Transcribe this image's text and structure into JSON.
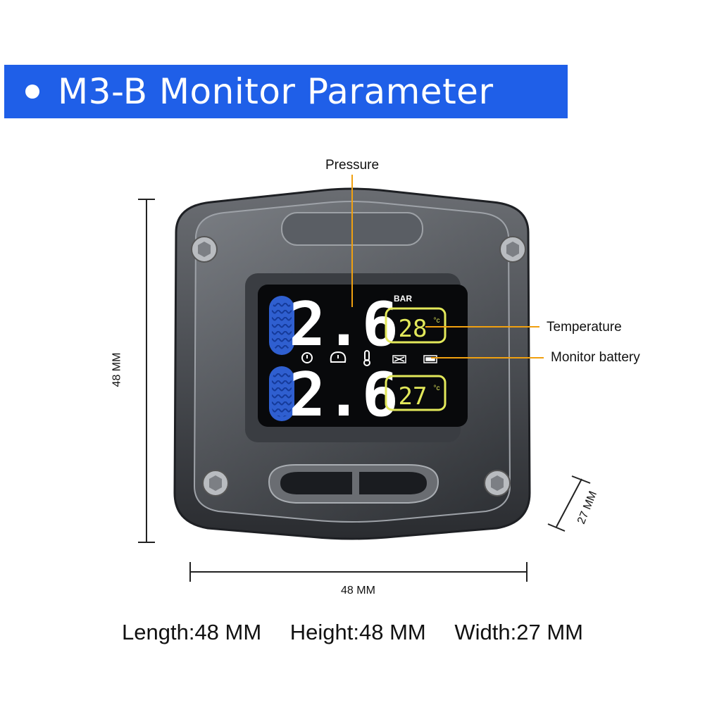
{
  "header": {
    "title": "M3-B Monitor Parameter"
  },
  "callouts": {
    "pressure": "Pressure",
    "temperature": "Temperature",
    "battery": "Monitor battery"
  },
  "display": {
    "unit": "BAR",
    "front": {
      "pressure": "2.6",
      "temperature": "28",
      "temp_unit": "°c"
    },
    "rear": {
      "pressure": "2.6",
      "temperature": "27",
      "temp_unit": "°c"
    }
  },
  "dimensions": {
    "height_label": "48 MM",
    "length_label": "48 MM",
    "width_label": "27 MM"
  },
  "specs": {
    "length": "Length:48 MM",
    "height": "Height:48 MM",
    "width": "Width:27 MM"
  },
  "colors": {
    "banner": "#1f5fe8",
    "digits": "#ffffff",
    "temp_box": "#e2e85a",
    "tire": "#2f5fd0",
    "callout_line": "#f0a010"
  },
  "icons": [
    "tire-pressure-icon",
    "tpms-warning-icon",
    "thermometer-icon",
    "battery-low-icon",
    "battery-full-icon"
  ]
}
